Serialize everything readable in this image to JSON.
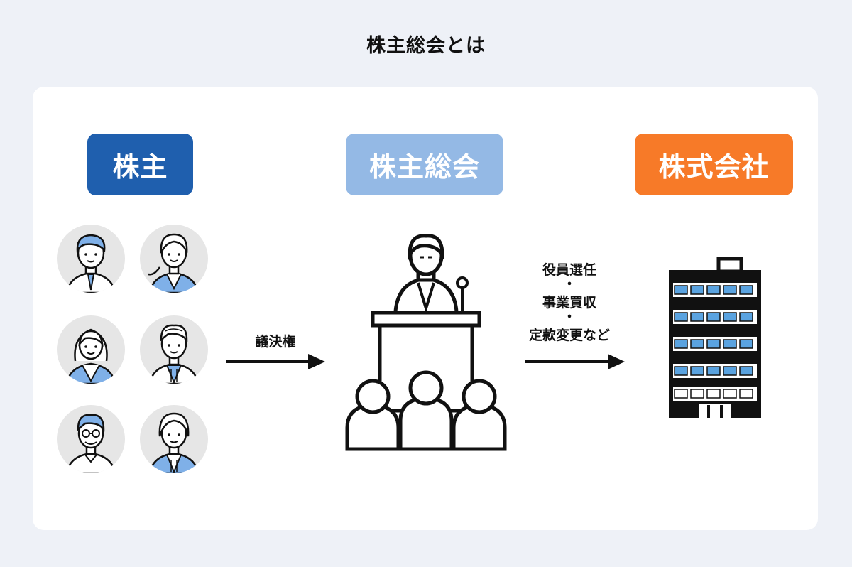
{
  "title": "株主総会とは",
  "labels": {
    "shareholder": "株主",
    "meeting": "株主総会",
    "company": "株式会社"
  },
  "arrows": {
    "left": "議決権",
    "right": [
      "役員選任",
      "・",
      "事業買収",
      "・",
      "定款変更など"
    ]
  },
  "colors": {
    "shareholder": "#1f5fae",
    "meeting": "#94b9e5",
    "company": "#f77a28",
    "accent_light": "#7fb0e8",
    "window": "#5aa3e0"
  },
  "icons": {
    "shareholders": [
      "person-avatar-icon",
      "person-avatar-icon",
      "person-avatar-icon",
      "person-avatar-icon",
      "person-avatar-icon",
      "person-avatar-icon"
    ],
    "meeting": "podium-speaker-audience-icon",
    "company": "office-building-icon"
  }
}
